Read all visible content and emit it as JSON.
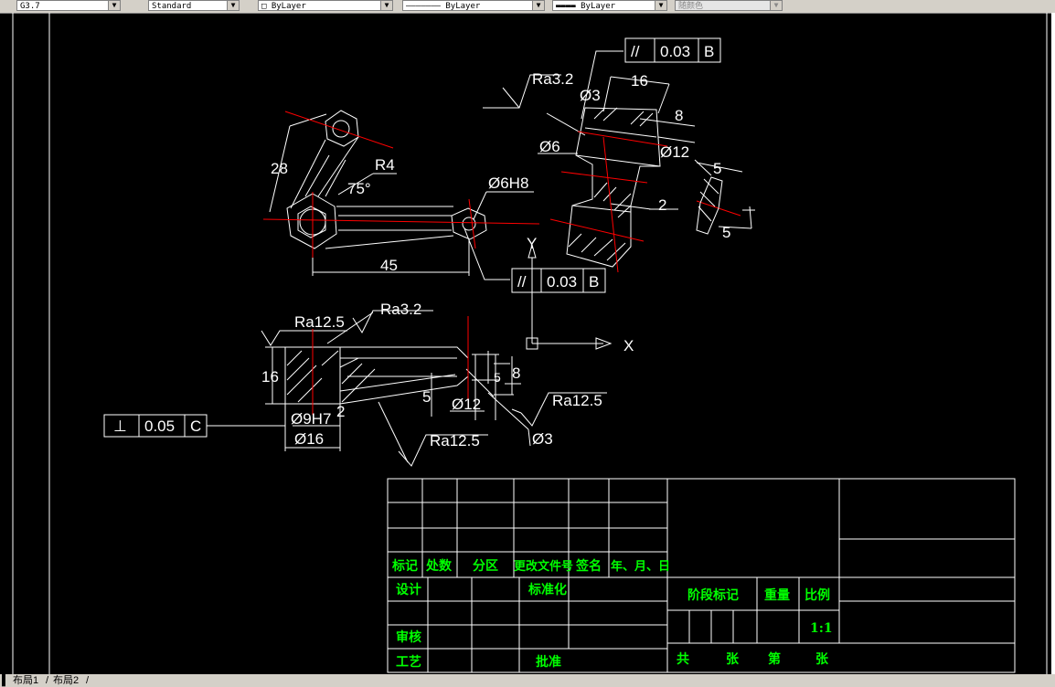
{
  "toolbar": {
    "style1": "G3.7",
    "style2": "Standard",
    "layer1": "ByLayer",
    "linetype": "ByLayer",
    "lineweight": "ByLayer",
    "color": "随颜色"
  },
  "drawing": {
    "labels": {
      "dim28": "28",
      "r4": "R4",
      "ang75": "75°",
      "dia6h8": "Ø6H8",
      "dim45": "45",
      "y_axis": "Y",
      "x_axis": "X",
      "ra32_top": "Ra3.2",
      "dia3_top": "Ø3",
      "dim16_top": "16",
      "dim8_top": "8",
      "dia6": "Ø6",
      "dia12_top": "Ø12",
      "dim2": "2",
      "dim5_a": "5",
      "dim5_b": "5",
      "ra125_a": "Ra12.5",
      "ra32_b": "Ra3.2",
      "dim16_side": "16",
      "dim5_c": "5",
      "dim8_b": "8",
      "dim5_d": "5",
      "dia12_b": "Ø12",
      "ra125_b": "Ra12.5",
      "dia9h7": "Ø9H7",
      "dim2_b": "2",
      "dia16": "Ø16",
      "ra125_c": "Ra12.5",
      "dia3_b": "Ø3"
    },
    "tolerances": {
      "t1": {
        "symbol": "//",
        "value": "0.03",
        "datum": "B"
      },
      "t2": {
        "symbol": "//",
        "value": "0.03",
        "datum": "B"
      },
      "t3": {
        "symbol": "⊥",
        "value": "0.05",
        "datum": "C"
      }
    }
  },
  "title_block": {
    "biaoji": "标记",
    "chushu": "处数",
    "fenqu": "分区",
    "genggai": "更改文件号",
    "qianming": "签名",
    "nianyueri": "年、月、日",
    "sheji": "设计",
    "biaozhunhua": "标准化",
    "shenhe": "审核",
    "gongyi": "工艺",
    "pizhun": "批准",
    "jieduan": "阶段标记",
    "zhongliang": "重量",
    "bili": "比例",
    "scale": "1:1",
    "gong": "共",
    "zhang1": "张",
    "di": "第",
    "zhang2": "张"
  },
  "status": {
    "tab1": "布局1",
    "tab2": "布局2"
  },
  "colors": {
    "line": "#ffffff",
    "center": "#ff0000",
    "title_text": "#00ff00",
    "background": "#000000"
  }
}
